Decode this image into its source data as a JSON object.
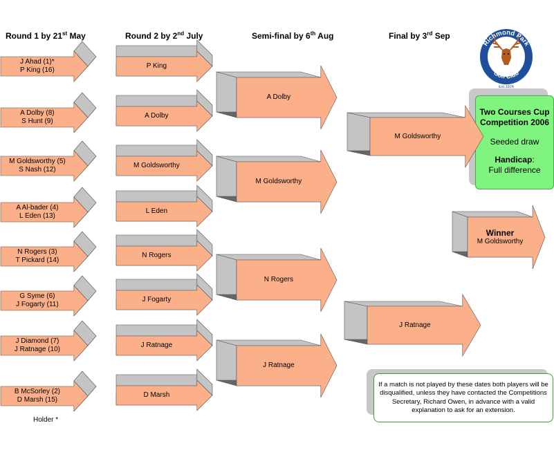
{
  "headers": [
    {
      "pre": "Round 1 by 21",
      "sup": "st",
      "post": " May"
    },
    {
      "pre": "Round 2 by 2",
      "sup": "nd",
      "post": " July"
    },
    {
      "pre": "Semi-final by 6",
      "sup": "th",
      "post": " Aug"
    },
    {
      "pre": "Final by 3",
      "sup": "rd",
      "post": " Sep"
    }
  ],
  "round1": [
    [
      "J Ahad (1)*",
      "P King (16)"
    ],
    [
      "A Dolby (8)",
      "S Hunt (9)"
    ],
    [
      "M Goldsworthy (5)",
      "S Nash (12)"
    ],
    [
      "A Al-bader (4)",
      "L Eden (13)"
    ],
    [
      "N Rogers (3)",
      "T Pickard (14)"
    ],
    [
      "G Syme (6)",
      "J Fogarty (11)"
    ],
    [
      "J Diamond (7)",
      "J Ratnage (10)"
    ],
    [
      "B McSorley (2)",
      "D Marsh (15)"
    ]
  ],
  "round2": [
    "P King",
    "A Dolby",
    "M Goldsworthy",
    "L Eden",
    "N Rogers",
    "J Fogarty",
    "J Ratnage",
    "D Marsh"
  ],
  "semi": [
    "A Dolby",
    "M Goldsworthy",
    "N Rogers",
    "J Ratnage"
  ],
  "final": [
    "M Goldsworthy",
    "J Ratnage"
  ],
  "winner": {
    "title": "Winner",
    "name": "M Goldsworthy"
  },
  "holder_note": "Holder *",
  "logo": {
    "line1": "Richmond Park",
    "line2": "Golf Club",
    "est": "Est.1924"
  },
  "info": {
    "title_line1": "Two Courses Cup",
    "title_line2": "Competition 2006",
    "seeded": "Seeded draw",
    "handicap_label": "Handicap",
    "handicap_rest": ":",
    "handicap_value": "Full difference"
  },
  "note": "If a match is not played by these dates both players will be disqualified, unless they have contacted the Competitions Secretary, Richard Owen, in advance with a valid explanation to ask for an extension.",
  "colors": {
    "arrow_fill": "#fbb08a",
    "arrow_side": "#c4c4c4",
    "arrow_dark": "#7a7a7a",
    "info_fill": "#7ff47f"
  }
}
